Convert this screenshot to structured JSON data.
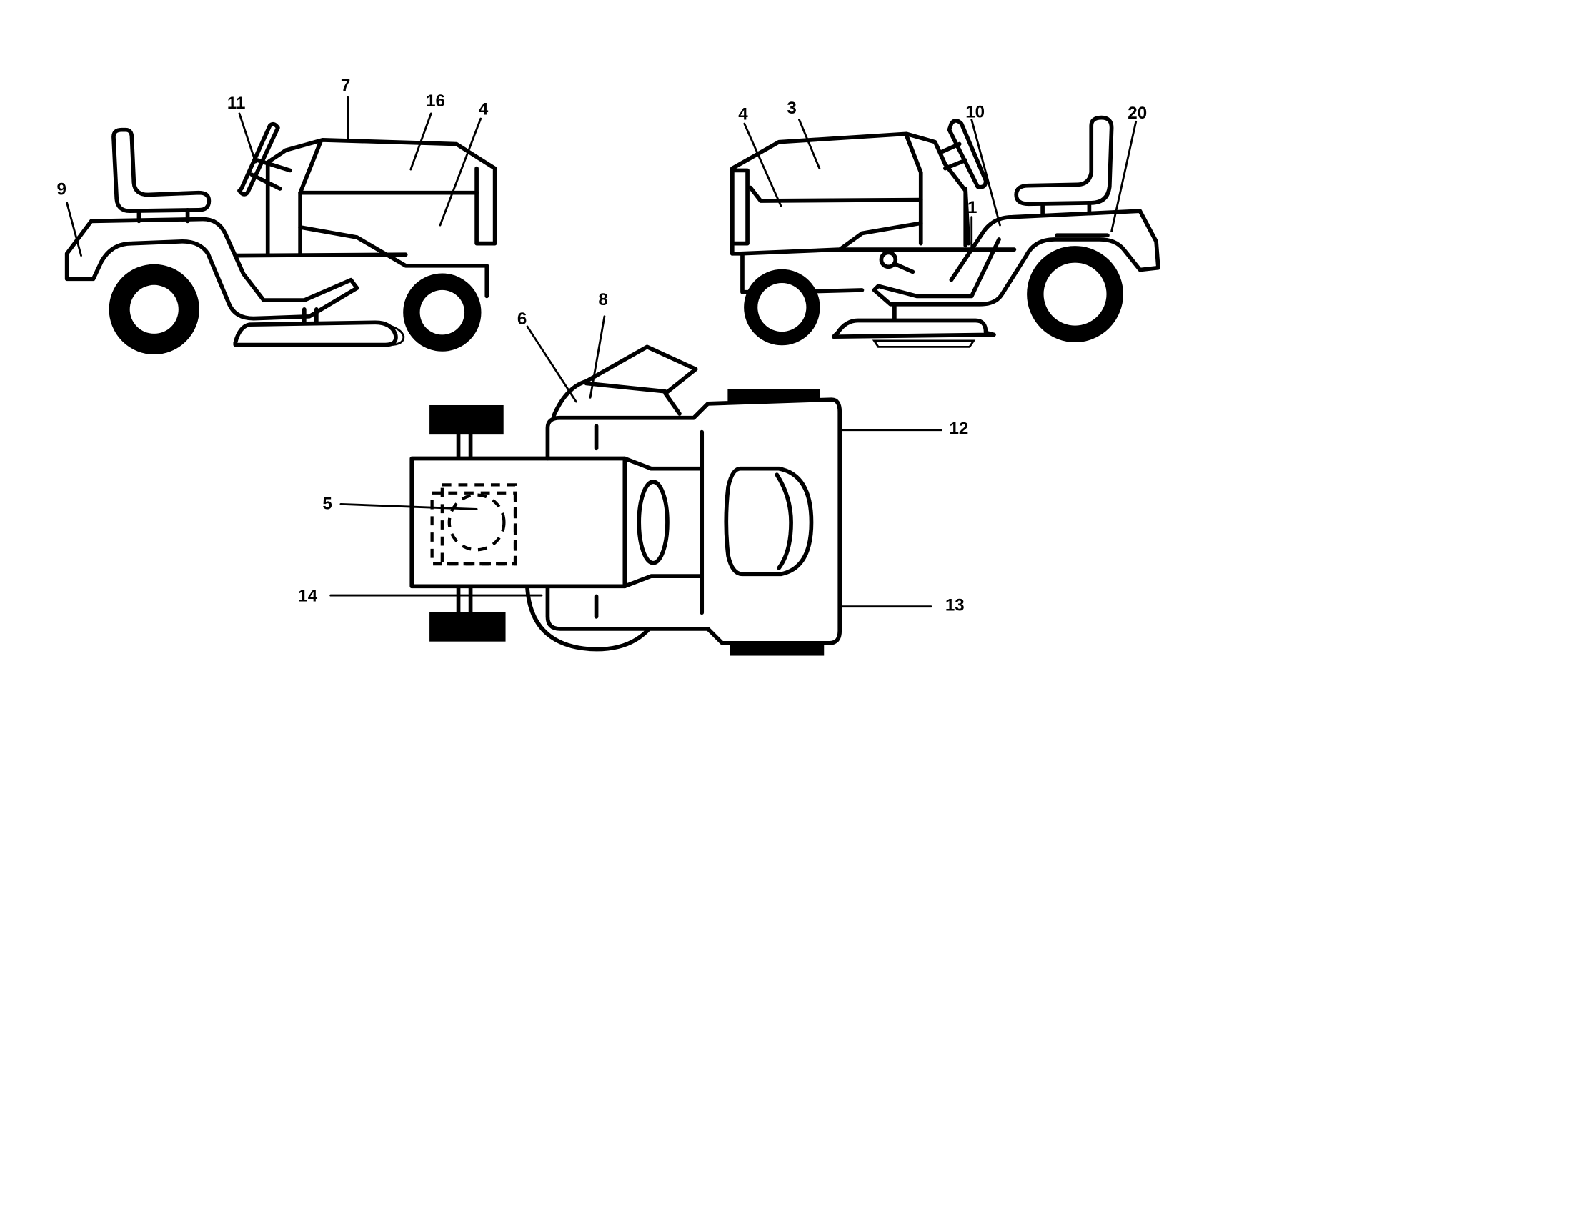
{
  "diagram": {
    "title": "Riding tractor decal diagram",
    "background": "#ffffff",
    "ink": "#000000",
    "views": [
      {
        "id": "left-side",
        "description": "Left side view of tractor"
      },
      {
        "id": "right-side",
        "description": "Right side view of tractor"
      },
      {
        "id": "top",
        "description": "Top view of tractor"
      }
    ],
    "callouts": {
      "c1": "1",
      "c3": "3",
      "c4_left": "4",
      "c4_right": "4",
      "c5": "5",
      "c6": "6",
      "c7": "7",
      "c8": "8",
      "c9": "9",
      "c10": "10",
      "c11": "11",
      "c12": "12",
      "c13": "13",
      "c14": "14",
      "c16": "16",
      "c20": "20"
    }
  }
}
